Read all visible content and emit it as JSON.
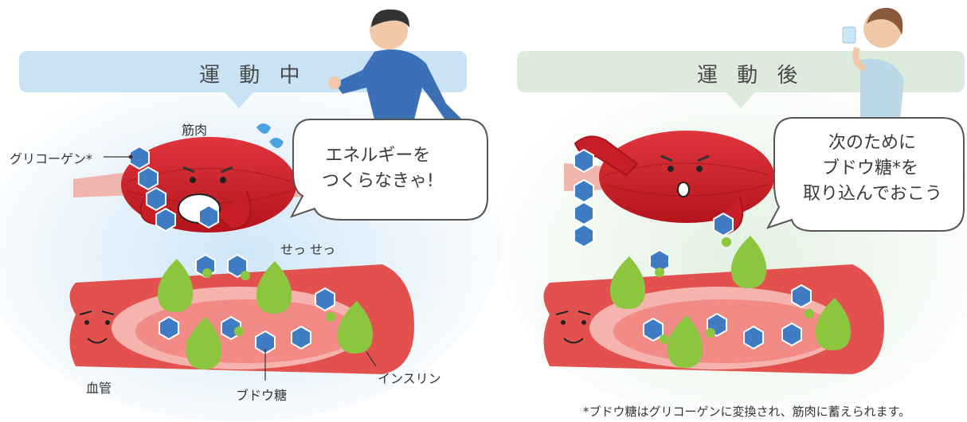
{
  "colors": {
    "during_banner": "#c9e3f5",
    "after_banner": "#dcebdc",
    "during_glow": "#cfe6f7",
    "after_glow": "#e3f0e1",
    "muscle": "#d4202a",
    "muscle_dark": "#a9141c",
    "vessel": "#e3514f",
    "vessel_inner": "#f6a6a3",
    "glucose_hex": "#3f7cc4",
    "glucose_drop": "#8cc63f",
    "runner_shirt": "#3b6fb6",
    "woman_shirt": "#bcd8e6"
  },
  "during": {
    "title": "運 動 中",
    "bubble": "エネルギーを\nつくらなきゃ!",
    "muscle_label": "筋肉",
    "glycogen_label": "グリコーゲン*",
    "sfx": "せっ せっ",
    "vessel_label": "血管",
    "glucose_label": "ブドウ糖",
    "insulin_label": "インスリン"
  },
  "after": {
    "title": "運 動 後",
    "bubble_line1": "次のために",
    "bubble_line2": "ブドウ糖*を",
    "bubble_line3": "取り込んでおこう"
  },
  "footnote": "*ブドウ糖はグリコーゲンに変換され、筋肉に蓄えられます。"
}
